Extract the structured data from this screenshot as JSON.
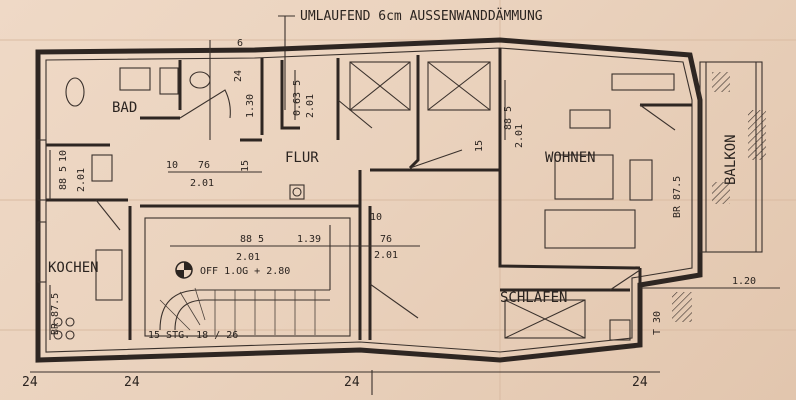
{
  "header_note": "UMLAUFEND 6cm AUSSENWANDDÄMMUNG",
  "rooms": {
    "bad": "BAD",
    "flur": "FLUR",
    "wohnen": "WOHNEN",
    "kochen": "KOCHEN",
    "schlafen": "SCHLAFEN",
    "balkon": "BALKON"
  },
  "labels": {
    "elevation": "OFF 1.OG + 2.80",
    "stairs": "15 STG. 18 / 26",
    "t30": "T 30",
    "br_wohnen": "BR 87.5",
    "br_kochen": "BR 87.5"
  },
  "dims": {
    "d76_left": "76",
    "d201_left": "2.01",
    "d10_a": "10",
    "d15_a": "15",
    "d130": "1.30",
    "d24": "24",
    "d6": "6",
    "d0635": "0.63 5",
    "d201_bad": "2.01",
    "d885": "88 5",
    "d139": "1.39",
    "d201_mid": "2.01",
    "d76_mid": "76",
    "d201_mid2": "2.01",
    "d10_b": "10",
    "d15_b": "15",
    "d201_wohn": "2.01",
    "d885_wohn": "88 5",
    "d10_koch": "10",
    "d885_koch": "88 5",
    "d201_koch": "2.01",
    "d120": "1.20",
    "bottom_24a": "24",
    "bottom_24b": "24",
    "bottom_24c": "24",
    "bottom_24d": "24"
  }
}
